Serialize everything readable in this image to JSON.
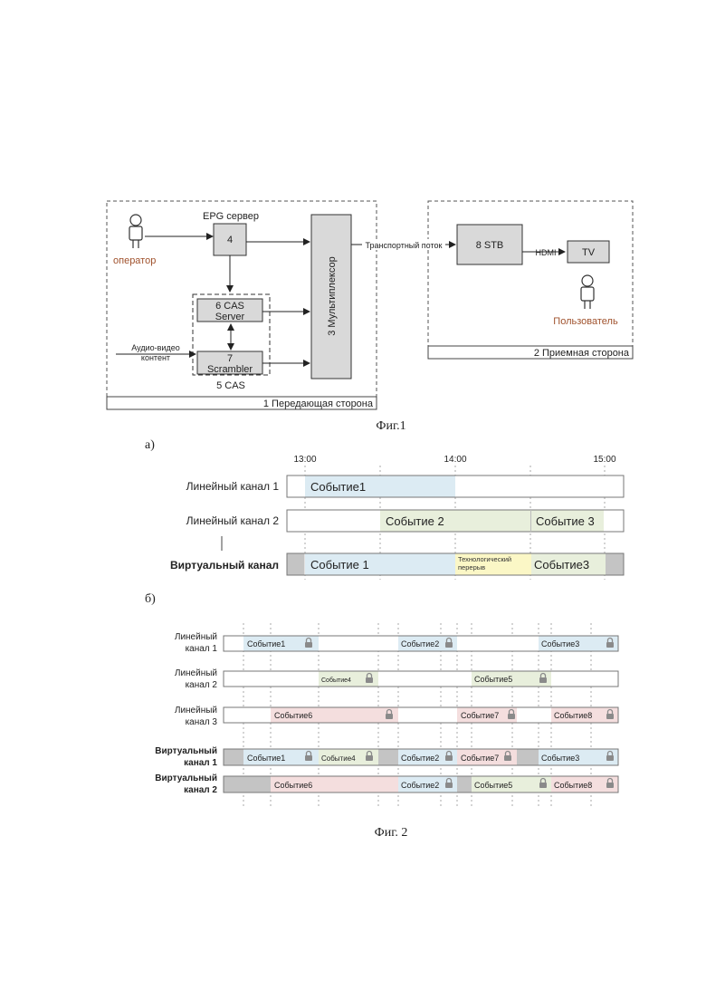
{
  "fig1": {
    "epg_label": "EPG сервер",
    "epg_num": "4",
    "operator": "оператор",
    "cas_server_line1": "6 CAS",
    "cas_server_line2": "Server",
    "scrambler_line1": "7",
    "scrambler_line2": "Scrambler",
    "cas_label": "5 CAS",
    "av_line1": "Аудио-видео",
    "av_line2": "контент",
    "mux": "3 Мультиплексор",
    "transport": "Транспортный поток",
    "stb": "8 STB",
    "hdmi": "HDMI",
    "tv": "TV",
    "user": "Пользователь",
    "tx_side": "1 Передающая сторона",
    "rx_side": "2 Приемная сторона",
    "caption": "Фиг.1"
  },
  "fig2a": {
    "label": "а)",
    "times": [
      "13:00",
      "14:00",
      "15:00"
    ],
    "rows": [
      {
        "name": "Линейный канал 1",
        "events": [
          {
            "label": "Событие1",
            "color": "#dcebf3"
          }
        ]
      },
      {
        "name": "Линейный канал 2",
        "events": [
          {
            "label": "Событие 2",
            "color": "#e8efdc"
          },
          {
            "label": "Событие 3",
            "color": "#e8efdc"
          }
        ]
      },
      {
        "name": "Виртуальный канал",
        "events": [
          {
            "label": "Событие 1",
            "color": "#dcebf3"
          },
          {
            "label": "Технологический перерыв",
            "color": "#fbf7c6"
          },
          {
            "label": "Событие3",
            "color": "#e8efdc"
          }
        ]
      }
    ],
    "gap_color": "#c4c4c4"
  },
  "fig2b": {
    "label": "б)",
    "rows": [
      {
        "name1": "Линейный",
        "name2": "канал 1",
        "events": [
          {
            "label": "Событие1",
            "color": "#dcebf3",
            "lock": true
          },
          {
            "label": "Событие2",
            "color": "#dcebf3",
            "lock": true
          },
          {
            "label": "Событие3",
            "color": "#dcebf3",
            "lock": true
          }
        ]
      },
      {
        "name1": "Линейный",
        "name2": "канал 2",
        "events": [
          {
            "label": "Событие4",
            "color": "#e8efdc",
            "lock": true
          },
          {
            "label": "Событие5",
            "color": "#e8efdc",
            "lock": true
          }
        ]
      },
      {
        "name1": "Линейный",
        "name2": "канал 3",
        "events": [
          {
            "label": "Событие6",
            "color": "#f4dede",
            "lock": true
          },
          {
            "label": "Событие7",
            "color": "#f4dede",
            "lock": true
          },
          {
            "label": "Событие8",
            "color": "#f4dede",
            "lock": true
          }
        ]
      },
      {
        "name1": "Виртуальный",
        "name2": "канал 1",
        "bold": true,
        "events": [
          {
            "label": "Событие1",
            "color": "#dcebf3",
            "lock": true
          },
          {
            "label": "Событие4",
            "color": "#e8efdc",
            "lock": true
          },
          {
            "label": "Событие2",
            "color": "#dcebf3",
            "lock": true
          },
          {
            "label": "Событие7",
            "color": "#f4dede",
            "lock": true
          },
          {
            "label": "Событие3",
            "color": "#dcebf3",
            "lock": true
          }
        ]
      },
      {
        "name1": "Виртуальный",
        "name2": "канал 2",
        "bold": true,
        "events": [
          {
            "label": "Событие6",
            "color": "#f4dede",
            "lock": false
          },
          {
            "label": "Событие2",
            "color": "#dcebf3",
            "lock": true
          },
          {
            "label": "Событие5",
            "color": "#e8efdc",
            "lock": true
          },
          {
            "label": "Событие8",
            "color": "#f4dede",
            "lock": true
          }
        ]
      }
    ],
    "gap_color": "#c4c4c4",
    "caption": "Фиг. 2"
  }
}
